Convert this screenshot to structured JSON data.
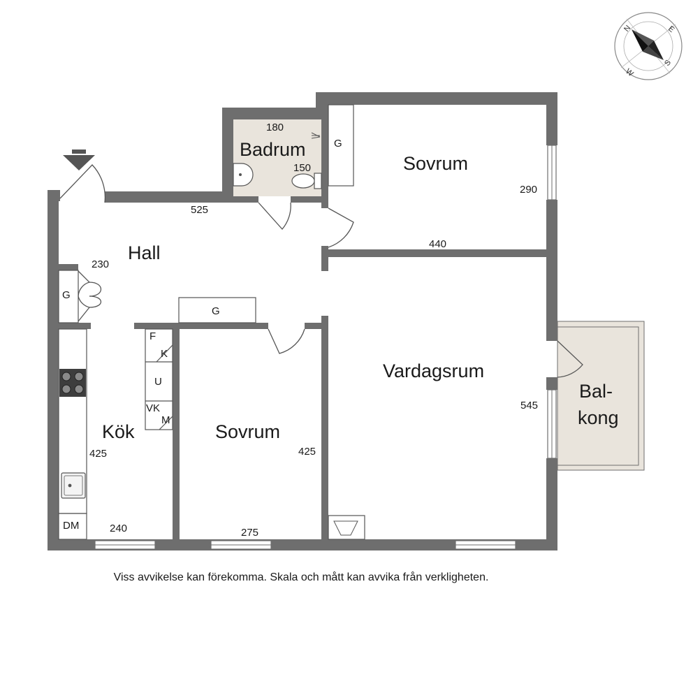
{
  "colors": {
    "wall": "#6e6e6e",
    "wet_room": "#e9e4dc",
    "balcony": "#e9e4dc",
    "background": "#ffffff"
  },
  "rooms": {
    "badrum": "Badrum",
    "sovrum_top": "Sovrum",
    "hall": "Hall",
    "vardagsrum": "Vardagsrum",
    "sovrum_bottom": "Sovrum",
    "kok": "Kök",
    "balkong_line1": "Bal-",
    "balkong_line2": "kong"
  },
  "dimensions": {
    "badrum_width": "180",
    "badrum_depth": "150",
    "hall_width": "525",
    "closet_230": "230",
    "sovrum_top_depth": "290",
    "sovrum_top_width": "440",
    "vardagsrum_depth": "545",
    "kok_depth": "425",
    "kok_width": "240",
    "sovrum_bottom_depth": "425",
    "sovrum_bottom_width": "275"
  },
  "labels": {
    "g_badrum": "G",
    "g_hall": "G",
    "g_sovrum": "G",
    "appliance_f": "F",
    "appliance_k": "K",
    "appliance_u": "U",
    "appliance_vk": "VK",
    "appliance_m": "M",
    "appliance_dm": "DM"
  },
  "compass": {
    "n": "N",
    "e": "E",
    "s": "S",
    "w": "W"
  },
  "disclaimer": "Viss avvikelse kan förekomma. Skala och mått kan avvika från verkligheten."
}
